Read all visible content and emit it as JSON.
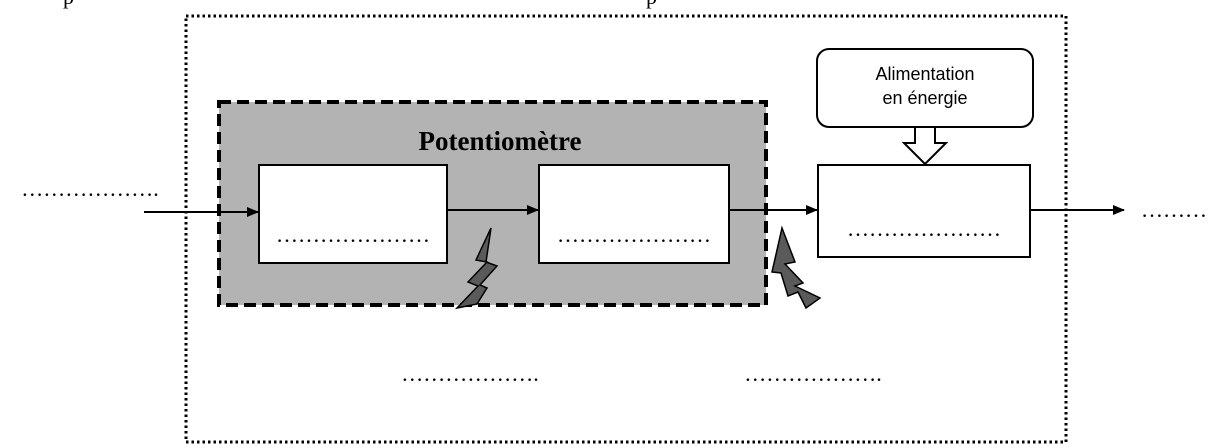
{
  "top_partial_text": "p                                                                                                        p",
  "input_label": "……………….",
  "output_label": "………",
  "group_title": "Potentiomètre",
  "block1_label": "…………………",
  "block2_label": "…………………",
  "block3_label": "…………………",
  "supply_label_line1": "Alimentation",
  "supply_label_line2": "en énergie",
  "bottom_label_left": "……………….",
  "bottom_label_right": "……………….",
  "colors": {
    "group_fill": "#b3b3b3",
    "stroke": "#000000",
    "lightning_fill": "#5a5a5a"
  }
}
